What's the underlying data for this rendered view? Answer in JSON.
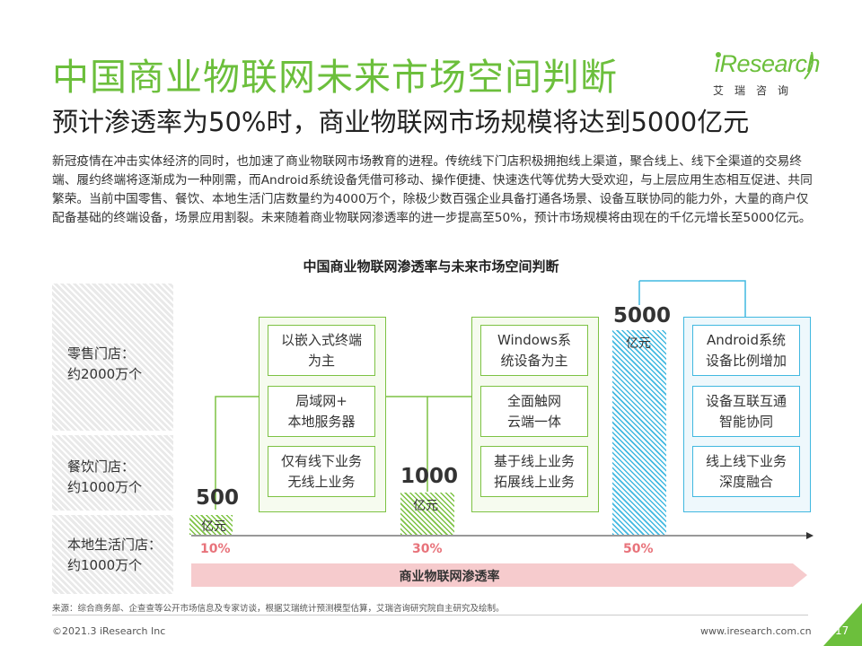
{
  "header": {
    "title": "中国商业物联网未来市场空间判断",
    "subtitle": "预计渗透率为50%时，商业物联网市场规模将达到5000亿元"
  },
  "logo": {
    "name": "iResearch",
    "sub": "艾瑞咨询"
  },
  "body_text": "新冠疫情在冲击实体经济的同时，也加速了商业物联网市场教育的进程。传统线下门店积极拥抱线上渠道，聚合线上、线下全渠道的交易终端、履约终端将逐渐成为一种刚需，而Android系统设备凭借可移动、操作便捷、快速迭代等优势大受欢迎，与上层应用生态相互促进、共同繁荣。当前中国零售、餐饮、本地生活门店数量约为4000万个，除极少数百强企业具备打通各场景、设备互联协同的能力外，大量的商户仅配备基础的终端设备，场景应用割裂。未来随着商业物联网渗透率的进一步提高至50%，预计市场规模将由现在的千亿元增长至5000亿元。",
  "chart": {
    "title": "中国商业物联网渗透率与未来市场空间判断",
    "row_labels": [
      "零售门店：\n约2000万个",
      "餐饮门店：\n约1000万个",
      "本地生活门店：\n约1000万个"
    ],
    "stages": [
      {
        "value": "500",
        "unit": "亿元",
        "pct": "10%",
        "features": [
          "以嵌入式终端\n为主",
          "局域网+\n本地服务器",
          "仅有线下业务\n无线上业务"
        ]
      },
      {
        "value": "1000",
        "unit": "亿元",
        "pct": "30%",
        "features": [
          "Windows系\n统设备为主",
          "全面触网\n云端一体",
          "基于线上业务\n拓展线上业务"
        ]
      },
      {
        "value": "5000",
        "unit": "亿元",
        "pct": "50%",
        "features": [
          "Android系统\n设备比例增加",
          "设备互联互通\n智能协同",
          "线上线下业务\n深度融合"
        ]
      }
    ],
    "axis_label": "商业物联网渗透率"
  },
  "chart_data": {
    "type": "bar",
    "title": "中国商业物联网渗透率与未来市场空间判断",
    "categories": [
      "10%",
      "30%",
      "50%"
    ],
    "values": [
      500,
      1000,
      5000
    ],
    "xlabel": "商业物联网渗透率",
    "ylabel": "",
    "unit": "亿元"
  },
  "footer": {
    "source": "来源：综合商务部、企查查等公开市场信息及专家访谈，根据艾瑞统计预测模型估算，艾瑞咨询研究院自主研究及绘制。",
    "copyright": "©2021.3 iResearch Inc",
    "website": "www.iresearch.com.cn",
    "page": "17"
  },
  "colors": {
    "green": "#6cbf3c",
    "blue": "#41b8e0",
    "pink": "#e8737b"
  }
}
